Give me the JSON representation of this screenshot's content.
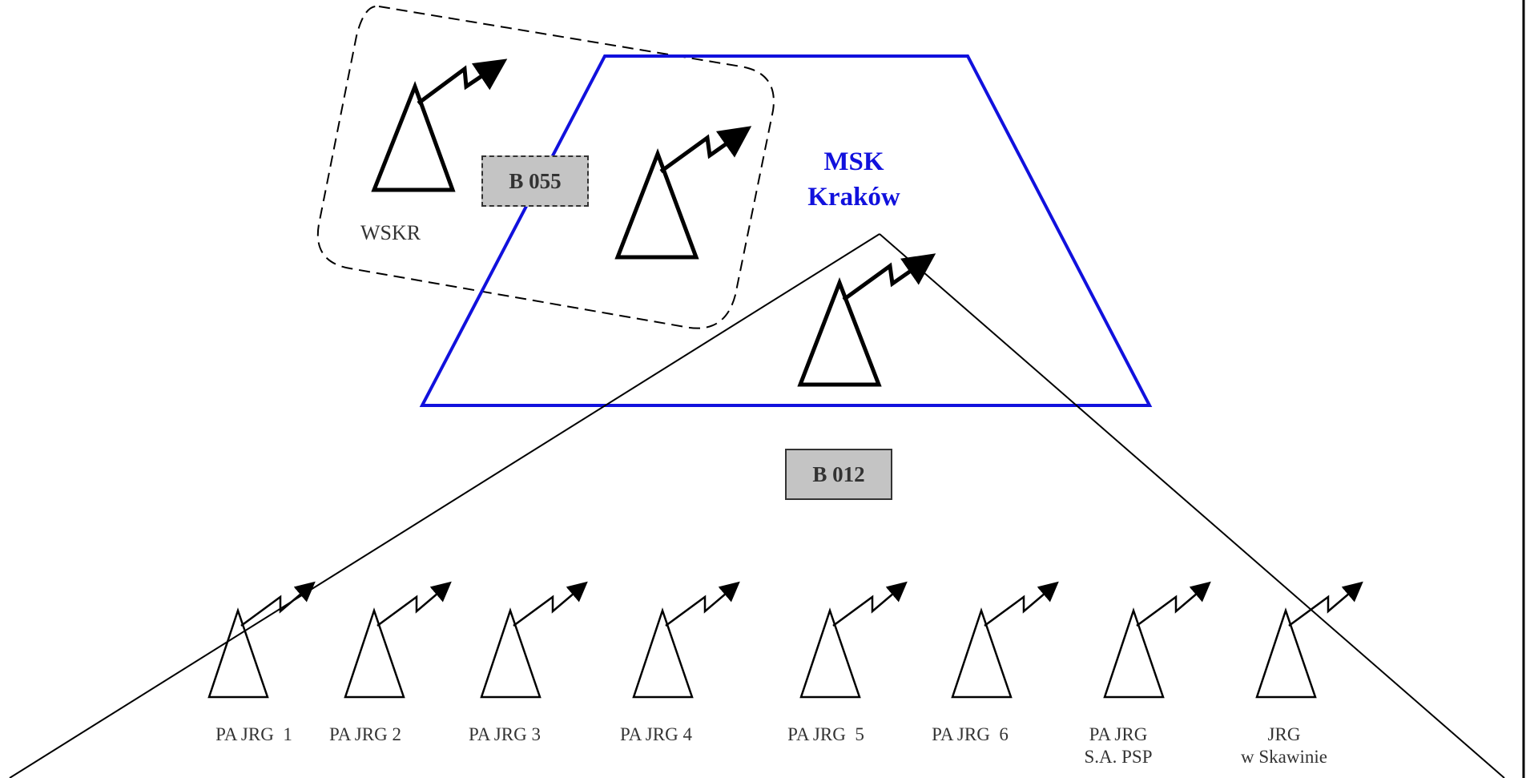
{
  "colors": {
    "msk_outline": "#1111dd",
    "msk_text": "#1111dd",
    "box_fill": "#c4c4c4",
    "stroke": "#000000",
    "label_text": "#333333"
  },
  "msk": {
    "line1": "MSK",
    "line2": "Kraków"
  },
  "wskr": {
    "label": "WSKR"
  },
  "boxes": {
    "b055": "B 055",
    "b012": "B 012"
  },
  "stations": [
    {
      "line1": "PA JRG  1",
      "line2": ""
    },
    {
      "line1": "PA JRG 2",
      "line2": ""
    },
    {
      "line1": "PA JRG 3",
      "line2": ""
    },
    {
      "line1": "PA JRG 4",
      "line2": ""
    },
    {
      "line1": "PA JRG  5",
      "line2": ""
    },
    {
      "line1": "PA JRG  6",
      "line2": ""
    },
    {
      "line1": "PA JRG",
      "line2": "S.A. PSP"
    },
    {
      "line1": "JRG",
      "line2": "w Skawinie"
    }
  ],
  "icons": {
    "antenna": "antenna-tower-icon",
    "signal": "radio-signal-arrow-icon"
  }
}
